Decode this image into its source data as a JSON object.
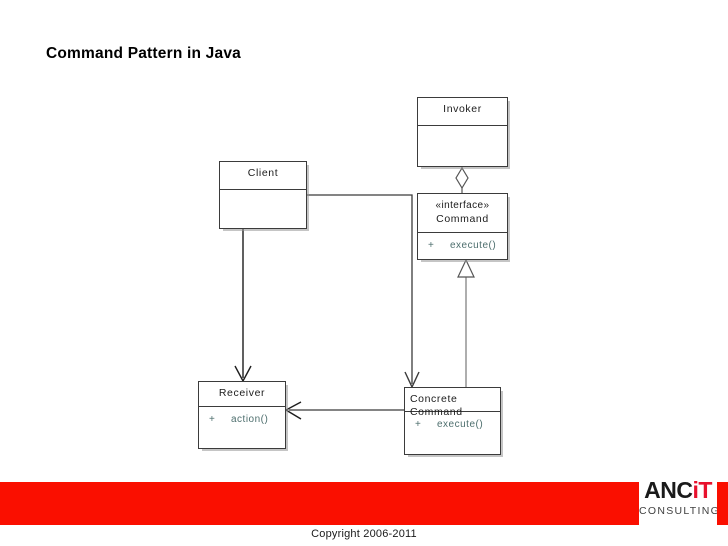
{
  "slide": {
    "title": "Command Pattern in Java",
    "background_color": "#ffffff"
  },
  "diagram": {
    "kind": "uml-class-diagram",
    "pattern": "Command",
    "classes": [
      {
        "id": "invoker",
        "name": "Invoker",
        "stereotype": "",
        "members": []
      },
      {
        "id": "command",
        "name": "Command",
        "stereotype": "«interface»",
        "members": [
          {
            "visibility": "+",
            "signature": "execute()"
          }
        ]
      },
      {
        "id": "client",
        "name": "Client",
        "stereotype": "",
        "members": []
      },
      {
        "id": "receiver",
        "name": "Receiver",
        "stereotype": "",
        "members": [
          {
            "visibility": "+",
            "signature": "action()"
          }
        ]
      },
      {
        "id": "concrete_command",
        "name": "Concrete Command",
        "stereotype": "",
        "members": [
          {
            "visibility": "+",
            "signature": "execute()"
          }
        ]
      }
    ],
    "relationships": [
      {
        "from": "invoker",
        "to": "command",
        "type": "aggregation"
      },
      {
        "from": "concrete_command",
        "to": "command",
        "type": "realization"
      },
      {
        "from": "client",
        "to": "receiver",
        "type": "dependency"
      },
      {
        "from": "client",
        "to": "concrete_command",
        "type": "dependency"
      },
      {
        "from": "concrete_command",
        "to": "receiver",
        "type": "association"
      }
    ],
    "line_color": "#3b3b3b",
    "member_text_color": "#4e6f6e"
  },
  "footer": {
    "band_color": "#fa0f00",
    "copyright": "Copyright 2006-2011",
    "logo": {
      "word_primary": "ANC",
      "word_accent": "iT",
      "subtitle": "CONSULTING",
      "primary_color": "#1a1a1a",
      "accent_color": "#e8112d"
    }
  }
}
